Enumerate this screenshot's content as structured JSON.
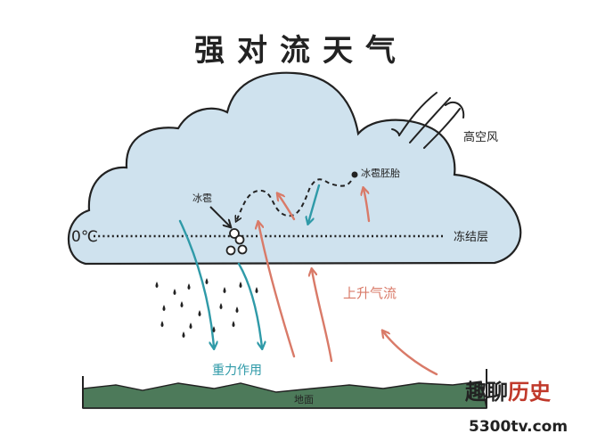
{
  "title": "强对流天气",
  "labels": {
    "high_wind": "高空风",
    "hail_embryo": "冰雹胚胎",
    "hail": "冰雹",
    "freezing_level": "冻结层",
    "zero_c": "0℃",
    "updraft": "上升气流",
    "gravity": "重力作用",
    "ground": "地面"
  },
  "watermark": {
    "brand_a": "趣聊",
    "brand_b": "历史",
    "url": "5300tv.com"
  },
  "colors": {
    "cloud_fill": "#cfe2ee",
    "cloud_stroke": "#222222",
    "updraft": "#d97a68",
    "gravity": "#2f9aa8",
    "ground": "#4d7a5a",
    "brand_red": "#c0392b"
  }
}
